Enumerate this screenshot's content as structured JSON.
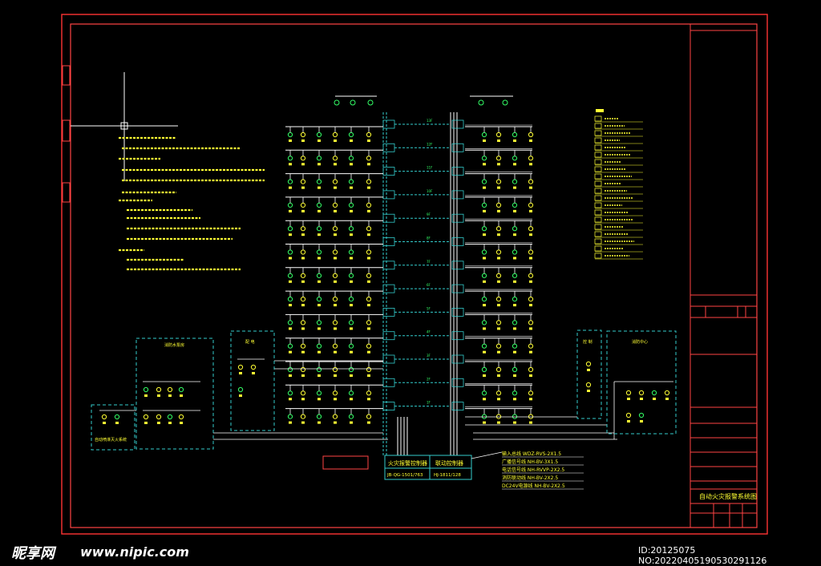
{
  "watermark": {
    "logo_text": "昵享网",
    "site": "www.nipic.com"
  },
  "image_id_line": "ID:20125075 NO:20220405190530291126",
  "controller_fire": {
    "line1": "火灾报警控制器",
    "line2": "JB-QG-1501/763"
  },
  "controller_link": {
    "line1": "联动控制器",
    "line2": "HJ-1811/128"
  },
  "cable_specs": [
    "输入总线 WDZ-RVS-2X1.5",
    "广播信号线 NH-BV-3X1.5",
    "电话信号线 NH-RVVP-2X2.5",
    "消防联动线 NH-BV-2X2.5",
    "DC24V电源线 NH-BV-2X2.5"
  ],
  "side_box_label": "自动喷淋灭火系统",
  "left_box_label": "消防水泵房",
  "mid_left_box_label": "配 电",
  "mid_right_box_label": "控 制",
  "right_box_label": "消防中心",
  "title_block_name": "自动火灾报警系统图",
  "colors": {
    "frame": "#ff3333",
    "inner": "#e84545",
    "wire": "#ffffff",
    "yellow": "#ffff33",
    "cyan": "#33cccc",
    "green": "#33ff66"
  },
  "floor_count": 13
}
